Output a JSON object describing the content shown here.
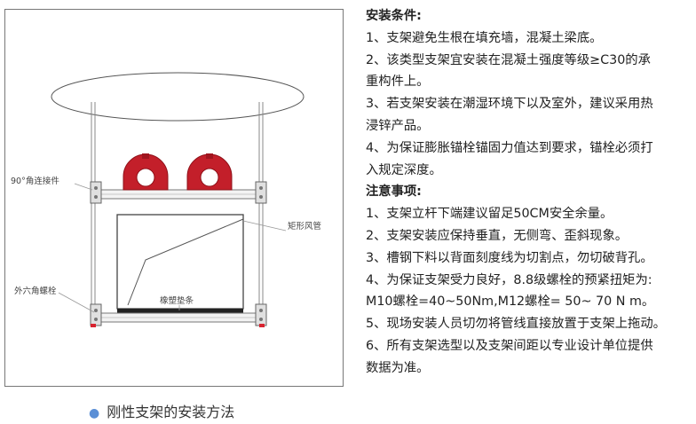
{
  "figure": {
    "labels": {
      "angle_connector": "90°角连接件",
      "rect_duct": "矩形风管",
      "hex_bolt": "外六角螺栓",
      "rubber_pad": "橡塑垫条"
    }
  },
  "caption": "刚性支架的安装方法",
  "text": {
    "conditions_title": "安装条件:",
    "lines_a": [
      "1、支架避免生根在填充墙，混凝土梁底。",
      "2、该类型支架宜安装在混凝土强度等级≥C30的承",
      "重构件上。",
      "3、若支架安装在潮湿环境下以及室外，建议采用热",
      "浸锌产品。",
      "4、为保证膨胀锚栓锚固力值达到要求，锚栓必须打",
      "入规定深度。"
    ],
    "notes_title": "注意事项:",
    "lines_b": [
      "1、支架立杆下端建议留足50CM安全余量。",
      "2、支架安装应保持垂直，无侧弯、歪斜现象。",
      "3、槽钢下料以背面刻度线为切割点，勿切破背孔。",
      "4、为保证支架受力良好，8.8级螺栓的预紧扭矩为:",
      "M10螺栓=40~50Nm,M12螺栓= 50~ 70 N m。",
      "5、现场安装人员切勿将管线直接放置于支架上拖动。",
      "6、所有支架选型以及支架间距以专业设计单位提供",
      "数据为准。"
    ]
  }
}
